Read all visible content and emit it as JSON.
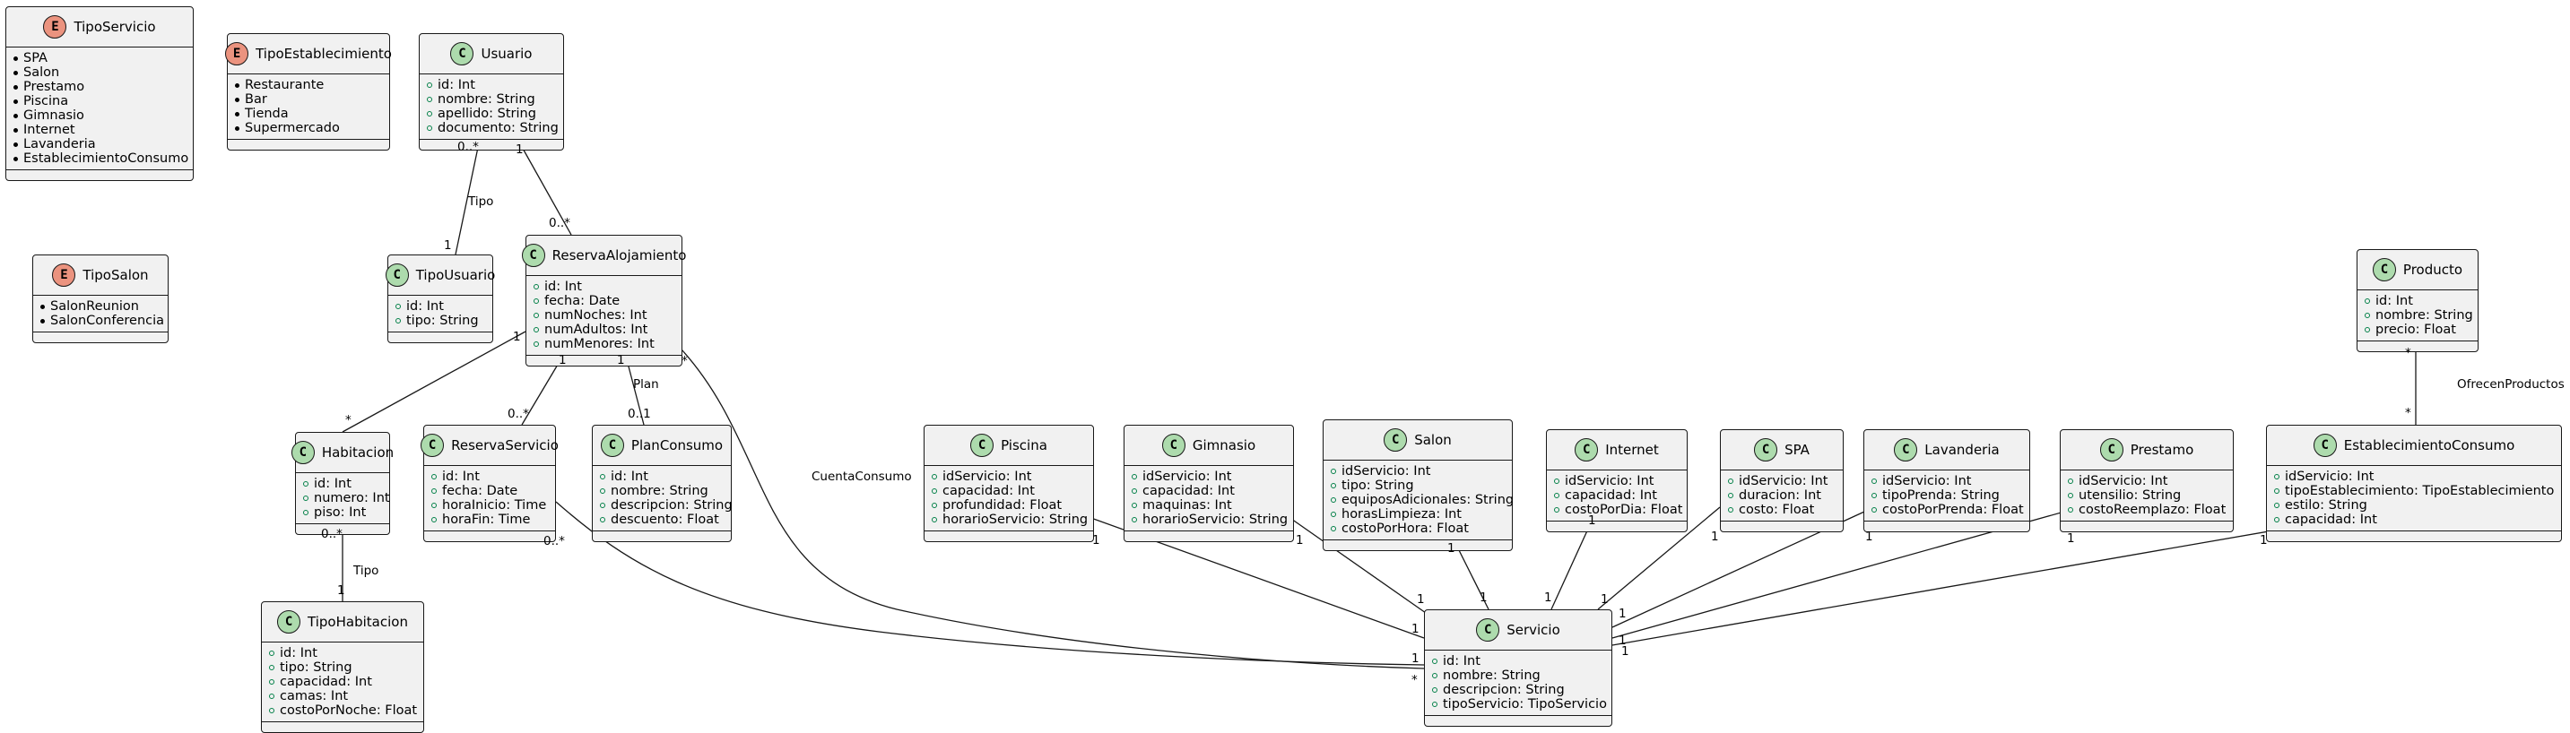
{
  "classes": [
    {
      "id": "TipoServicio",
      "kind": "E",
      "name": "TipoServicio",
      "fields": [
        "SPA",
        "Salon",
        "Prestamo",
        "Piscina",
        "Gimnasio",
        "Internet",
        "Lavanderia",
        "EstablecimientoConsumo"
      ]
    },
    {
      "id": "TipoEstablecimiento",
      "kind": "E",
      "name": "TipoEstablecimiento",
      "fields": [
        "Restaurante",
        "Bar",
        "Tienda",
        "Supermercado"
      ]
    },
    {
      "id": "Usuario",
      "kind": "C",
      "name": "Usuario",
      "fields": [
        "id: Int",
        "nombre: String",
        "apellido: String",
        "documento: String"
      ]
    },
    {
      "id": "TipoSalon",
      "kind": "E",
      "name": "TipoSalon",
      "fields": [
        "SalonReunion",
        "SalonConferencia"
      ]
    },
    {
      "id": "TipoUsuario",
      "kind": "C",
      "name": "TipoUsuario",
      "fields": [
        "id: Int",
        "tipo: String"
      ]
    },
    {
      "id": "ReservaAlojamiento",
      "kind": "C",
      "name": "ReservaAlojamiento",
      "fields": [
        "id: Int",
        "fecha: Date",
        "numNoches: Int",
        "numAdultos: Int",
        "numMenores: Int"
      ]
    },
    {
      "id": "Producto",
      "kind": "C",
      "name": "Producto",
      "fields": [
        "id: Int",
        "nombre: String",
        "precio: Float"
      ]
    },
    {
      "id": "Habitacion",
      "kind": "C",
      "name": "Habitacion",
      "fields": [
        "id: Int",
        "numero: Int",
        "piso: Int"
      ]
    },
    {
      "id": "ReservaServicio",
      "kind": "C",
      "name": "ReservaServicio",
      "fields": [
        "id: Int",
        "fecha: Date",
        "horaInicio: Time",
        "horaFin: Time"
      ]
    },
    {
      "id": "PlanConsumo",
      "kind": "C",
      "name": "PlanConsumo",
      "fields": [
        "id: Int",
        "nombre: String",
        "descripcion: String",
        "descuento: Float"
      ]
    },
    {
      "id": "Piscina",
      "kind": "C",
      "name": "Piscina",
      "fields": [
        "idServicio: Int",
        "capacidad: Int",
        "profundidad: Float",
        "horarioServicio: String"
      ]
    },
    {
      "id": "Gimnasio",
      "kind": "C",
      "name": "Gimnasio",
      "fields": [
        "idServicio: Int",
        "capacidad: Int",
        "maquinas: Int",
        "horarioServicio: String"
      ]
    },
    {
      "id": "Salon",
      "kind": "C",
      "name": "Salon",
      "fields": [
        "idServicio: Int",
        "tipo: String",
        "equiposAdicionales: String",
        "horasLimpieza: Int",
        "costoPorHora: Float"
      ]
    },
    {
      "id": "Internet",
      "kind": "C",
      "name": "Internet",
      "fields": [
        "idServicio: Int",
        "capacidad: Int",
        "costoPorDia: Float"
      ]
    },
    {
      "id": "SPA",
      "kind": "C",
      "name": "SPA",
      "fields": [
        "idServicio: Int",
        "duracion: Int",
        "costo: Float"
      ]
    },
    {
      "id": "Lavanderia",
      "kind": "C",
      "name": "Lavanderia",
      "fields": [
        "idServicio: Int",
        "tipoPrenda: String",
        "costoPorPrenda: Float"
      ]
    },
    {
      "id": "Prestamo",
      "kind": "C",
      "name": "Prestamo",
      "fields": [
        "idServicio: Int",
        "utensilio: String",
        "costoReemplazo: Float"
      ]
    },
    {
      "id": "EstablecimientoConsumo",
      "kind": "C",
      "name": "EstablecimientoConsumo",
      "fields": [
        "idServicio: Int",
        "tipoEstablecimiento: TipoEstablecimiento",
        "estilo: String",
        "capacidad: Int"
      ]
    },
    {
      "id": "TipoHabitacion",
      "kind": "C",
      "name": "TipoHabitacion",
      "fields": [
        "id: Int",
        "tipo: String",
        "capacidad: Int",
        "camas: Int",
        "costoPorNoche: Float"
      ]
    },
    {
      "id": "Servicio",
      "kind": "C",
      "name": "Servicio",
      "fields": [
        "id: Int",
        "nombre: String",
        "descripcion: String",
        "tipoServicio: TipoServicio"
      ]
    }
  ],
  "relations": [
    {
      "id": "usuario-tipousuario",
      "from": "Usuario",
      "to": "TipoUsuario",
      "label": "Tipo",
      "from_mult": "0..*",
      "to_mult": "1"
    },
    {
      "id": "usuario-reserva",
      "from": "Usuario",
      "to": "ReservaAlojamiento",
      "label": "",
      "from_mult": "1",
      "to_mult": "0..*"
    },
    {
      "id": "reserva-habitacion",
      "from": "ReservaAlojamiento",
      "to": "Habitacion",
      "label": "",
      "from_mult": "1",
      "to_mult": "*"
    },
    {
      "id": "reserva-reservaservicio",
      "from": "ReservaAlojamiento",
      "to": "ReservaServicio",
      "label": "",
      "from_mult": "1",
      "to_mult": "0..*"
    },
    {
      "id": "reserva-plan",
      "from": "ReservaAlojamiento",
      "to": "PlanConsumo",
      "label": "Plan",
      "from_mult": "1",
      "to_mult": "0..1"
    },
    {
      "id": "reserva-servicio",
      "from": "ReservaAlojamiento",
      "to": "Servicio",
      "label": "CuentaConsumo",
      "from_mult": "*",
      "to_mult": "*"
    },
    {
      "id": "habitacion-tipo",
      "from": "Habitacion",
      "to": "TipoHabitacion",
      "label": "Tipo",
      "from_mult": "0..*",
      "to_mult": "1"
    },
    {
      "id": "reservaservicio-servicio",
      "from": "ReservaServicio",
      "to": "Servicio",
      "label": "",
      "from_mult": "0..*",
      "to_mult": "1"
    },
    {
      "id": "piscina-servicio",
      "from": "Piscina",
      "to": "Servicio",
      "label": "",
      "from_mult": "1",
      "to_mult": "1"
    },
    {
      "id": "gimnasio-servicio",
      "from": "Gimnasio",
      "to": "Servicio",
      "label": "",
      "from_mult": "1",
      "to_mult": "1"
    },
    {
      "id": "salon-servicio",
      "from": "Salon",
      "to": "Servicio",
      "label": "",
      "from_mult": "1",
      "to_mult": "1"
    },
    {
      "id": "internet-servicio",
      "from": "Internet",
      "to": "Servicio",
      "label": "",
      "from_mult": "1",
      "to_mult": "1"
    },
    {
      "id": "spa-servicio",
      "from": "SPA",
      "to": "Servicio",
      "label": "",
      "from_mult": "1",
      "to_mult": "1"
    },
    {
      "id": "lavanderia-servicio",
      "from": "Lavanderia",
      "to": "Servicio",
      "label": "",
      "from_mult": "1",
      "to_mult": "1"
    },
    {
      "id": "prestamo-servicio",
      "from": "Prestamo",
      "to": "Servicio",
      "label": "",
      "from_mult": "1",
      "to_mult": "1"
    },
    {
      "id": "establecimiento-servicio",
      "from": "EstablecimientoConsumo",
      "to": "Servicio",
      "label": "",
      "from_mult": "1",
      "to_mult": "1"
    },
    {
      "id": "producto-establecimiento",
      "from": "Producto",
      "to": "EstablecimientoConsumo",
      "label": "OfrecenProductos",
      "from_mult": "*",
      "to_mult": "*",
      "aggregation": true
    }
  ]
}
